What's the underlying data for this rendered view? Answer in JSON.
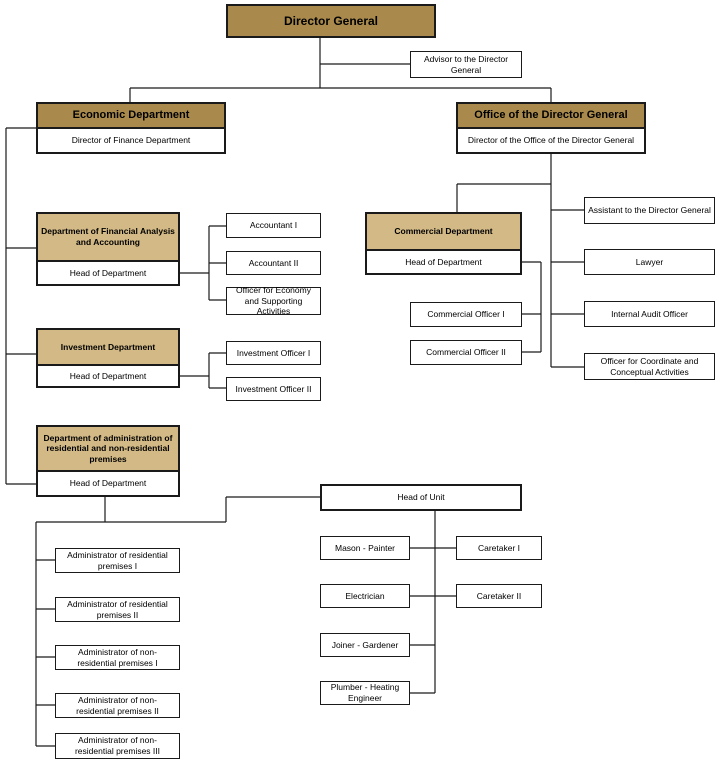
{
  "director_general": {
    "title": "Director General"
  },
  "advisor": "Advisor to the Director General",
  "economic_department": {
    "title": "Economic Department",
    "head": "Director of Finance Department",
    "financial_analysis": {
      "title": "Department of Financial Analysis and Accounting",
      "head": "Head of Department",
      "staff": [
        "Accountant I",
        "Accountant II",
        "Officer for Economy and Supporting Activities"
      ]
    },
    "investment": {
      "title": "Investment Department",
      "head": "Head of Department",
      "staff": [
        "Investment Officer I",
        "Investment Officer  II"
      ]
    },
    "premises": {
      "title": "Department of administration of residential and non-residential premises",
      "head": "Head of Department",
      "administrators": [
        "Administrator of residential premises I",
        "Administrator of residential premises II",
        "Administrator of non-residential premises I",
        "Administrator of non-residential premises II",
        "Administrator of non-residential premises III"
      ],
      "unit": {
        "head": "Head of Unit",
        "left": [
          "Mason - Painter",
          "Electrician",
          "Joiner - Gardener",
          "Plumber - Heating Engineer"
        ],
        "right": [
          "Caretaker I",
          "Caretaker II"
        ]
      }
    }
  },
  "office_dg": {
    "title": "Office of the Director General",
    "head": "Director of the Office of the Director General",
    "commercial": {
      "title": "Commercial Department",
      "head": "Head of Department",
      "staff": [
        "Commercial Officer I",
        "Commercial Officer II"
      ]
    },
    "staff": [
      "Assistant to the Director General",
      "Lawyer",
      "Internal Audit Officer",
      "Officer for Coordinate and Conceptual Activities"
    ]
  }
}
